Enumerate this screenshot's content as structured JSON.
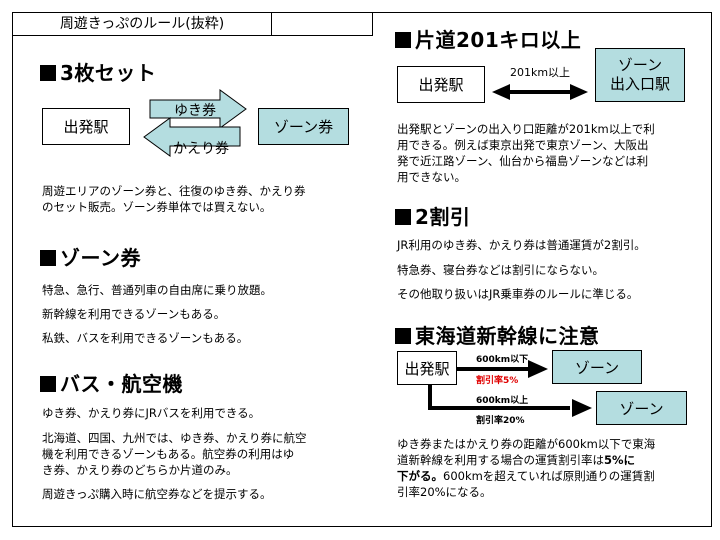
{
  "title": "周遊きっぷのルール(抜粋)",
  "colors": {
    "teal_box": "#b4dde0",
    "red_text": "#e00000",
    "border": "#000000"
  },
  "left": {
    "set_section": {
      "heading": "3枚セット",
      "diagram": {
        "origin": "出発駅",
        "outbound_arrow": "ゆき券",
        "return_arrow": "かえり券",
        "zone": "ゾーン券"
      },
      "lines": [
        "周遊エリアのゾーン券と、往復のゆき券、かえり券",
        "のセット販売。ゾーン券単体では買えない。"
      ]
    },
    "zone_section": {
      "heading": "ゾーン券",
      "paragraphs": [
        "特急、急行、普通列車の自由席に乗り放題。",
        "新幹線を利用できるゾーンもある。",
        "私鉄、バスを利用できるゾーンもある。"
      ]
    },
    "bus_section": {
      "heading": "バス・航空機",
      "p1": "ゆき券、かえり券にJRバスを利用できる。",
      "p2_lines": [
        "北海道、四国、九州では、ゆき券、かえり券に航空",
        "機を利用できるゾーンもある。航空券の利用はゆ",
        "き券、かえり券のどちらか片道のみ。"
      ],
      "p3": "周遊きっぷ購入時に航空券などを提示する。"
    }
  },
  "right": {
    "distance_section": {
      "heading": "片道201キロ以上",
      "diagram": {
        "origin": "出発駅",
        "arrow_label": "201km以上",
        "zone_line1": "ゾーン",
        "zone_line2": "出入口駅"
      },
      "lines": [
        "出発駅とゾーンの出入り口距離が201km以上で利",
        "用できる。例えば東京出発で東京ゾーン、大阪出",
        "発で近江路ゾーン、仙台から福島ゾーンなどは利",
        "用できない。"
      ]
    },
    "discount_section": {
      "heading": "2割引",
      "paragraphs": [
        "JR利用のゆき券、かえり券は普通運賃が2割引。",
        "特急券、寝台券などは割引にならない。",
        "その他取り扱いはJR乗車券のルールに準じる。"
      ]
    },
    "tokaido_section": {
      "heading": "東海道新幹線に注意",
      "diagram": {
        "origin": "出発駅",
        "route1_label": "600km以下",
        "route1_rate": "割引率5%",
        "route1_zone": "ゾーン",
        "route2_label": "600km以上",
        "route2_rate": "割引率20%",
        "route2_zone": "ゾーン"
      },
      "line1": "ゆき券またはかえり券の距離が600km以下で東海",
      "line2_pre": "道新幹線を利用する場合の運賃割引率は",
      "line2_bold": "5%に",
      "line3_bold": "下がる。",
      "line3_post": "600kmを超えていれば原則通りの運賃割",
      "line4": "引率20%になる。"
    }
  }
}
